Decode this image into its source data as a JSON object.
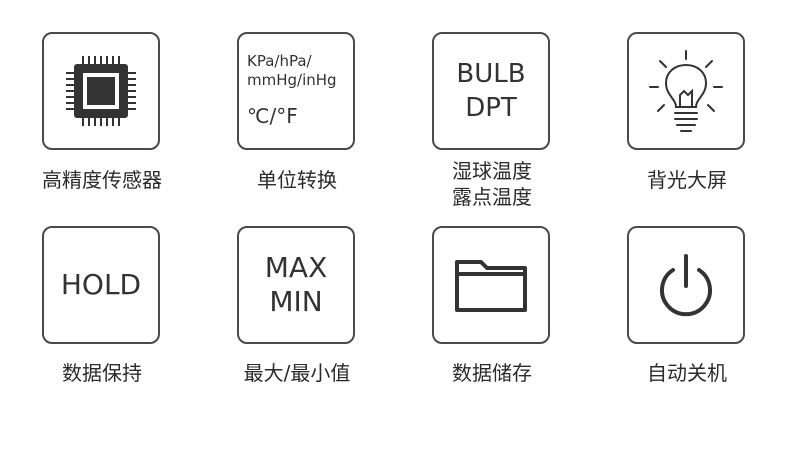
{
  "features": [
    {
      "icon": "chip-icon",
      "caption": [
        "高精度传感器"
      ]
    },
    {
      "icon": "units-icon",
      "units_text": [
        "KPa/hPa/",
        "mmHg/inHg"
      ],
      "temp_text": "℃/°F",
      "caption": [
        "单位转换"
      ]
    },
    {
      "icon": "bulb-dpt-icon",
      "box_text": [
        "BULB",
        "DPT"
      ],
      "caption": [
        "湿球温度",
        "露点温度"
      ]
    },
    {
      "icon": "light-bulb-icon",
      "caption": [
        "背光大屏"
      ]
    },
    {
      "icon": "hold-icon",
      "box_text": [
        "HOLD"
      ],
      "caption": [
        "数据保持"
      ]
    },
    {
      "icon": "max-min-icon",
      "box_text": [
        "MAX",
        "MIN"
      ],
      "caption": [
        "最大/最小值"
      ]
    },
    {
      "icon": "folder-icon",
      "caption": [
        "数据储存"
      ]
    },
    {
      "icon": "power-icon",
      "caption": [
        "自动关机"
      ]
    }
  ]
}
